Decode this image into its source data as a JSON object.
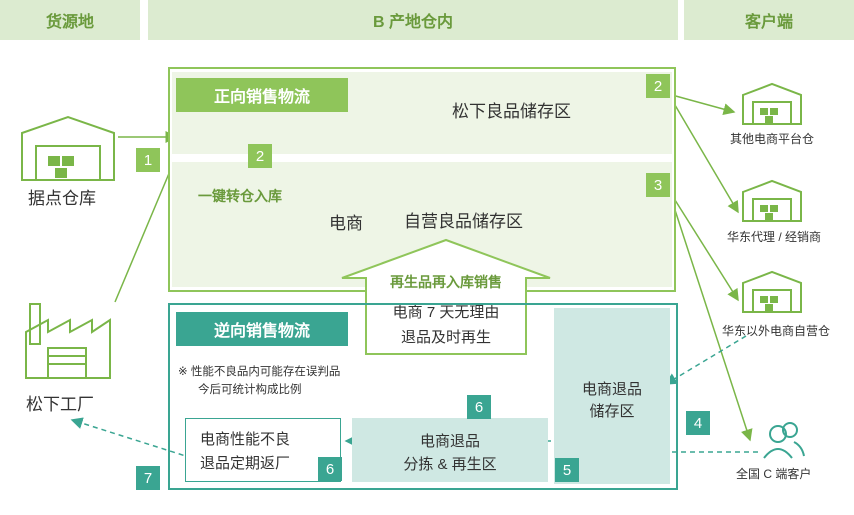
{
  "headers": {
    "source": "货源地",
    "warehouse": "B 产地仓内",
    "customer": "客户端"
  },
  "forward": {
    "title": "正向销售物流",
    "storage_a": "松下良品储存区",
    "transfer_label": "一键转仓入库",
    "ec_label": "电商",
    "storage_b": "自营良品储存区",
    "regen_title": "再生品再入库销售",
    "regen_line1": "电商 7 天无理由",
    "regen_line2": "退品及时再生"
  },
  "reverse": {
    "title": "逆向销售物流",
    "note_line1": "※ 性能不良品内可能存在误判品",
    "note_line2": "今后可统计构成比例",
    "return_storage_line1": "电商退品",
    "return_storage_line2": "储存区",
    "sorting_line1": "电商退品",
    "sorting_line2": "分拣 & 再生区",
    "defect_line1": "电商性能不良",
    "defect_line2": "退品定期返厂"
  },
  "left": {
    "warehouse": "据点仓库",
    "factory": "松下工厂"
  },
  "right": {
    "platform": "其他电商平台仓",
    "agent": "华东代理 / 经销商",
    "self_op": "华东以外电商自营仓",
    "consumer": "全国 C 端客户"
  },
  "steps": {
    "s1": "1",
    "s2a": "2",
    "s2b": "2",
    "s3": "3",
    "s4": "4",
    "s5": "5",
    "s6a": "6",
    "s6b": "6",
    "s7": "7"
  },
  "colors": {
    "green": "#8fc55a",
    "teal": "#3aa592",
    "light_green": "#eef5e6",
    "light_teal": "#cfe8e3"
  }
}
